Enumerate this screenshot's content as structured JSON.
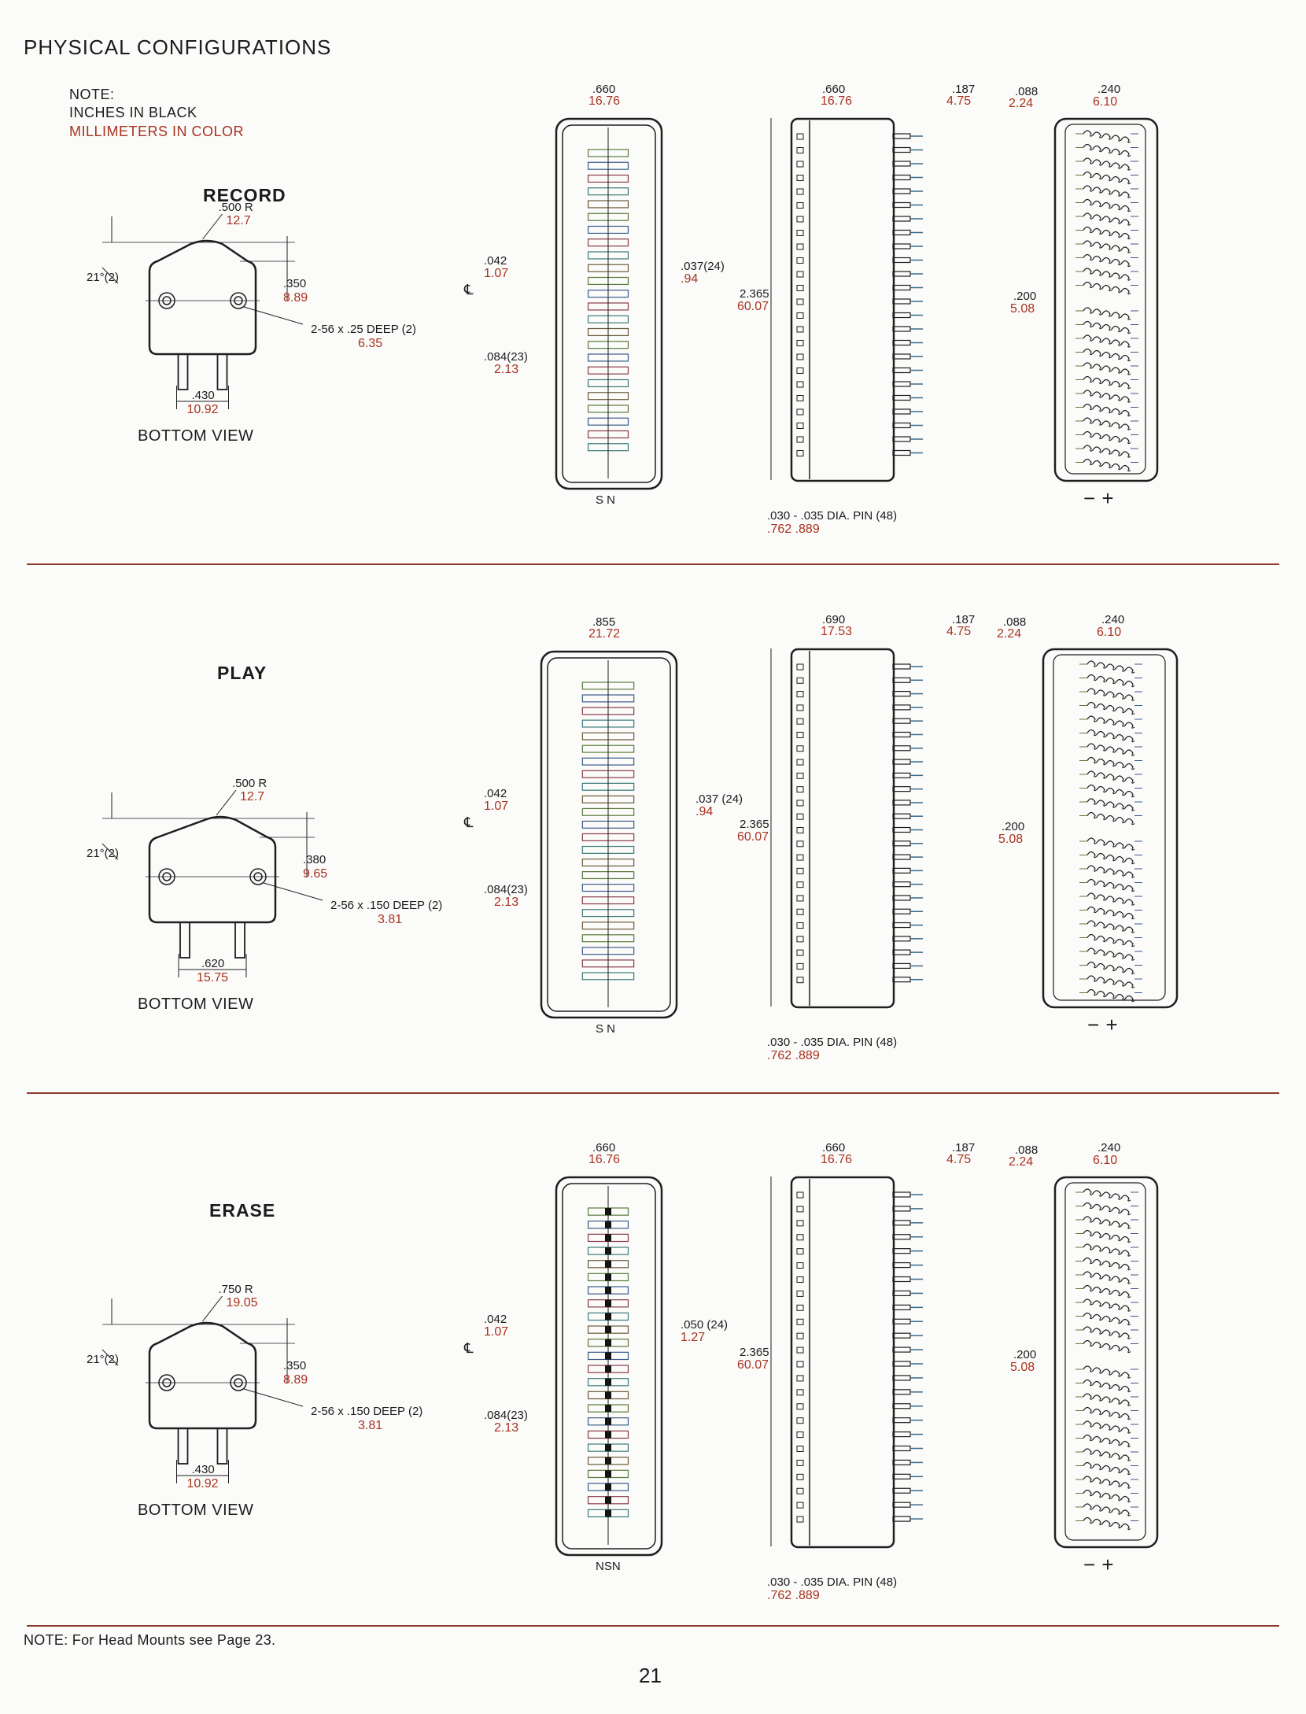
{
  "page": {
    "title": "PHYSICAL CONFIGURATIONS",
    "note_label": "NOTE:",
    "note_inches": "INCHES IN BLACK",
    "note_mm": "MILLIMETERS IN COLOR",
    "footer_note": "NOTE:  For Head Mounts see Page 23.",
    "page_number": "21",
    "colors": {
      "ink": "#1c1c1c",
      "metric": "#a8321f",
      "rule": "#8e3a2c"
    }
  },
  "sections": [
    {
      "title": "RECORD",
      "bottom_view_label": "BOTTOM VIEW",
      "radius_in": ".500 R",
      "radius_mm": "12.7",
      "angle": "21°(2)",
      "height_in": ".350",
      "height_mm": "8.89",
      "screw_in": "2-56 x .25 DEEP (2)",
      "screw_mm": "6.35",
      "pin_spacing_in": ".430",
      "pin_spacing_mm": "10.92",
      "face_width_in": ".660",
      "face_width_mm": "16.76",
      "gap_in": ".042",
      "gap_mm": "1.07",
      "track_in": ".037(24)",
      "track_mm": ".94",
      "pitch_in": ".084(23)",
      "pitch_mm": "2.13",
      "face_label": "S  N",
      "side_width_in": ".660",
      "side_width_mm": "16.76",
      "pin_len_in": ".187",
      "pin_len_mm": "4.75",
      "length_in": "2.365",
      "length_mm": "60.07",
      "pin_note_in": ".030 - .035 DIA. PIN (48)",
      "pin_note_mm": ".762  .889",
      "top_offset_in": ".088",
      "top_offset_mm": "2.24",
      "coil_width_in": ".240",
      "coil_width_mm": "6.10",
      "spacing_in": ".200",
      "spacing_mm": "5.08",
      "polarity": "−  +"
    },
    {
      "title": "PLAY",
      "bottom_view_label": "BOTTOM VIEW",
      "radius_in": ".500 R",
      "radius_mm": "12.7",
      "angle": "21°(2)",
      "height_in": ".380",
      "height_mm": "9.65",
      "screw_in": "2-56 x .150 DEEP (2)",
      "screw_mm": "3.81",
      "pin_spacing_in": ".620",
      "pin_spacing_mm": "15.75",
      "face_width_in": ".855",
      "face_width_mm": "21.72",
      "gap_in": ".042",
      "gap_mm": "1.07",
      "track_in": ".037 (24)",
      "track_mm": ".94",
      "pitch_in": ".084(23)",
      "pitch_mm": "2.13",
      "face_label": "S  N",
      "side_width_in": ".690",
      "side_width_mm": "17.53",
      "pin_len_in": ".187",
      "pin_len_mm": "4.75",
      "length_in": "2.365",
      "length_mm": "60.07",
      "pin_note_in": ".030 - .035 DIA. PIN (48)",
      "pin_note_mm": ".762  .889",
      "top_offset_in": ".088",
      "top_offset_mm": "2.24",
      "coil_width_in": ".240",
      "coil_width_mm": "6.10",
      "spacing_in": ".200",
      "spacing_mm": "5.08",
      "polarity": "−  +"
    },
    {
      "title": "ERASE",
      "bottom_view_label": "BOTTOM VIEW",
      "radius_in": ".750 R",
      "radius_mm": "19.05",
      "angle": "21°(2)",
      "height_in": ".350",
      "height_mm": "8.89",
      "screw_in": "2-56 x .150 DEEP (2)",
      "screw_mm": "3.81",
      "pin_spacing_in": ".430",
      "pin_spacing_mm": "10.92",
      "face_width_in": ".660",
      "face_width_mm": "16.76",
      "gap_in": ".042",
      "gap_mm": "1.07",
      "track_in": ".050 (24)",
      "track_mm": "1.27",
      "pitch_in": ".084(23)",
      "pitch_mm": "2.13",
      "face_label": "NSN",
      "side_width_in": ".660",
      "side_width_mm": "16.76",
      "pin_len_in": ".187",
      "pin_len_mm": "4.75",
      "length_in": "2.365",
      "length_mm": "60.07",
      "pin_note_in": ".030 - .035 DIA. PIN (48)",
      "pin_note_mm": ".762  .889",
      "top_offset_in": ".088",
      "top_offset_mm": "2.24",
      "coil_width_in": ".240",
      "coil_width_mm": "6.10",
      "spacing_in": ".200",
      "spacing_mm": "5.08",
      "polarity": "−  +"
    }
  ]
}
